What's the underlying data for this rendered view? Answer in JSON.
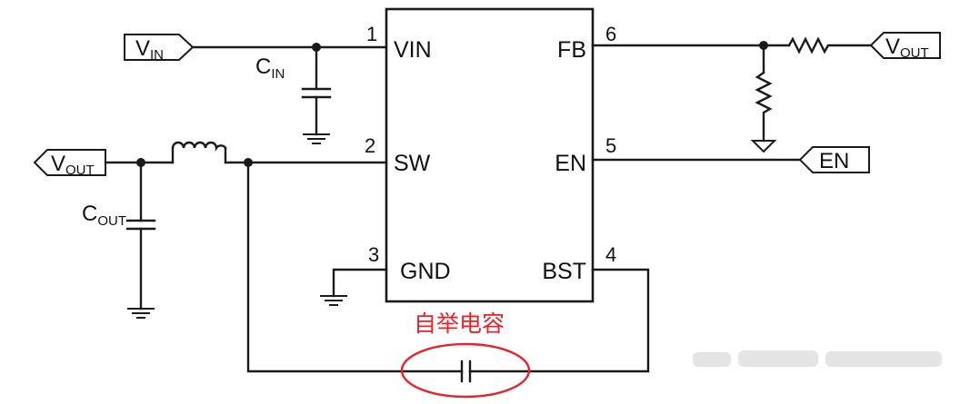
{
  "ic": {
    "pins": [
      {
        "number": "1",
        "name": "VIN"
      },
      {
        "number": "2",
        "name": "SW"
      },
      {
        "number": "3",
        "name": "GND"
      },
      {
        "number": "4",
        "name": "BST"
      },
      {
        "number": "5",
        "name": "EN"
      },
      {
        "number": "6",
        "name": "FB"
      }
    ]
  },
  "ports": {
    "vin": {
      "main": "V",
      "sub": "IN"
    },
    "vout_left": {
      "main": "V",
      "sub": "OUT"
    },
    "vout_right": {
      "main": "V",
      "sub": "OUT"
    },
    "en": {
      "main": "EN"
    }
  },
  "components": {
    "cin": {
      "main": "C",
      "sub": "IN"
    },
    "cout": {
      "main": "C",
      "sub": "OUT"
    }
  },
  "annotation": {
    "text": "自举电容",
    "color": "#e8222a"
  }
}
